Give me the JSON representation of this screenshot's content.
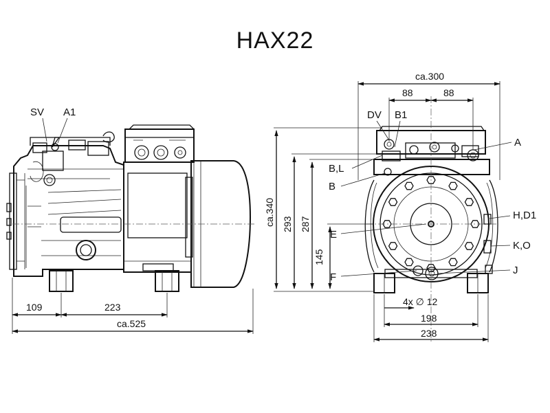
{
  "title": "HAX22",
  "side_view": {
    "labels": {
      "sv": "SV",
      "a1": "A1"
    },
    "dims": {
      "d109": "109",
      "d223": "223",
      "d525": "ca.525"
    }
  },
  "front_view": {
    "labels": {
      "dv": "DV",
      "b1": "B1",
      "a": "A",
      "bl": "B,L",
      "b": "B",
      "hd1": "H,D1",
      "e": "E",
      "ko": "K,O",
      "f": "F",
      "j": "J"
    },
    "dims": {
      "d300": "ca.300",
      "d88a": "88",
      "d88b": "88",
      "d340": "ca.340",
      "d293": "293",
      "d287": "287",
      "d145": "145",
      "holes": "4x ∅ 12",
      "d198": "198",
      "d238": "238"
    }
  }
}
